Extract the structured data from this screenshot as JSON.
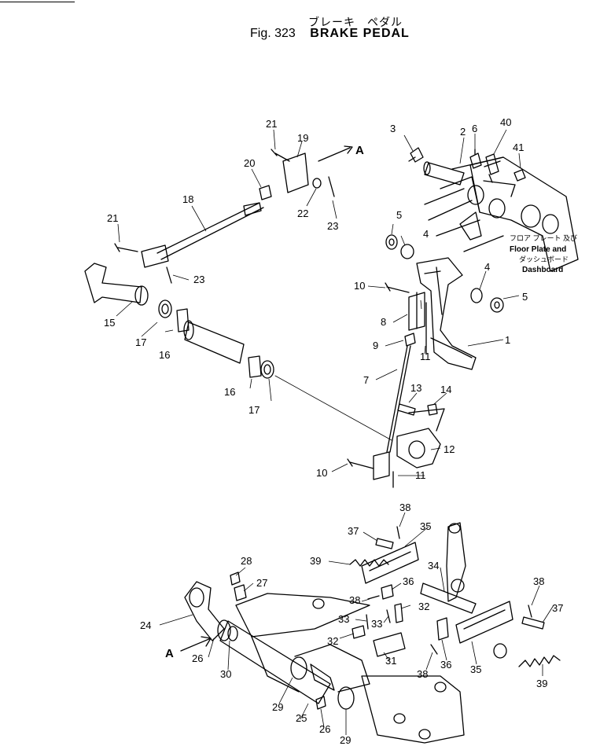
{
  "title_jp": "ブレーキ　ペダル",
  "fig_label": "Fig. 323",
  "title_en": "BRAKE PEDAL",
  "arrow_label": "A",
  "note": {
    "jp1": "フロア プレート 及び",
    "en1": "Floor Plate and",
    "jp2": "ダッシュボード",
    "en2": "Dashboard"
  },
  "callouts": [
    "1",
    "2",
    "3",
    "4",
    "5",
    "6",
    "7",
    "8",
    "9",
    "10",
    "11",
    "12",
    "13",
    "14",
    "15",
    "16",
    "17",
    "18",
    "19",
    "20",
    "21",
    "22",
    "23",
    "24",
    "25",
    "26",
    "27",
    "28",
    "29",
    "30",
    "31",
    "32",
    "33",
    "34",
    "35",
    "36",
    "37",
    "38",
    "39",
    "40",
    "41"
  ]
}
